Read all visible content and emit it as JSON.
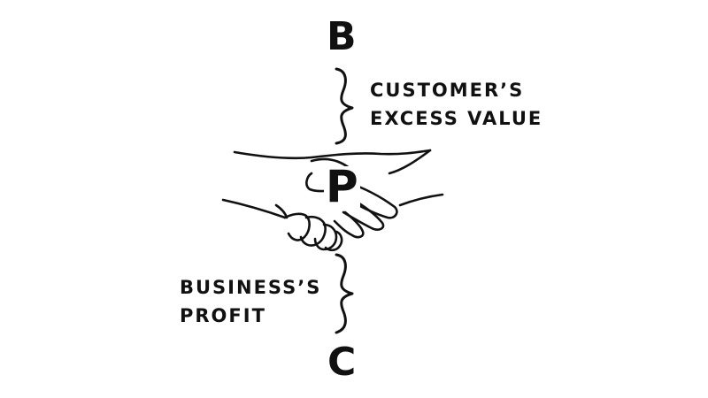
{
  "diagram": {
    "top_letter": "B",
    "middle_letter": "P",
    "bottom_letter": "C",
    "top_label_lines": [
      "CUSTOMER’S",
      "EXCESS VALUE"
    ],
    "bottom_label_lines": [
      "BUSINESS’S",
      "PROFIT"
    ],
    "icons": [
      "handshake-icon",
      "curly-brace-icon"
    ],
    "ink_color": "#111111",
    "background_color": "#ffffff"
  }
}
